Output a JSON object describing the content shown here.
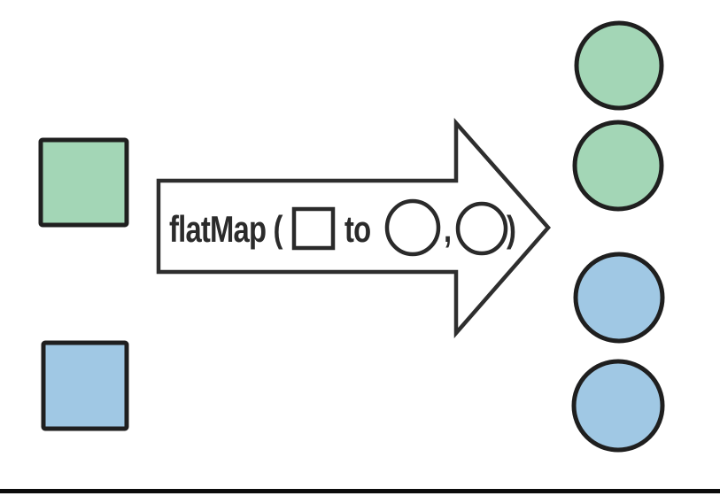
{
  "diagram": {
    "kind": "flatMap transformation figure",
    "arrow_label": {
      "prefix": "flatMap (",
      "to": "to",
      "comma": ",",
      "close": ")"
    },
    "inputs": [
      {
        "shape": "square",
        "color": "green"
      },
      {
        "shape": "square",
        "color": "blue"
      }
    ],
    "outputs": [
      {
        "shape": "circle",
        "color": "green"
      },
      {
        "shape": "circle",
        "color": "green"
      },
      {
        "shape": "circle",
        "color": "blue"
      },
      {
        "shape": "circle",
        "color": "blue"
      }
    ],
    "icons": {
      "square_glyph": "square-outline-icon",
      "circle_glyph": "circle-outline-icon"
    }
  },
  "colors": {
    "background": "#ffffff",
    "green_fill": "#a3d6b6",
    "blue_fill": "#a0c8e4",
    "shape_outline": "#1f1f1f",
    "arrow_fill": "#ffffff",
    "arrow_outline": "#2e2e2e",
    "glyph_outline": "#2a2a2a",
    "text_color": "#2b2b2b",
    "bottom_line": "#0c0c0c"
  }
}
